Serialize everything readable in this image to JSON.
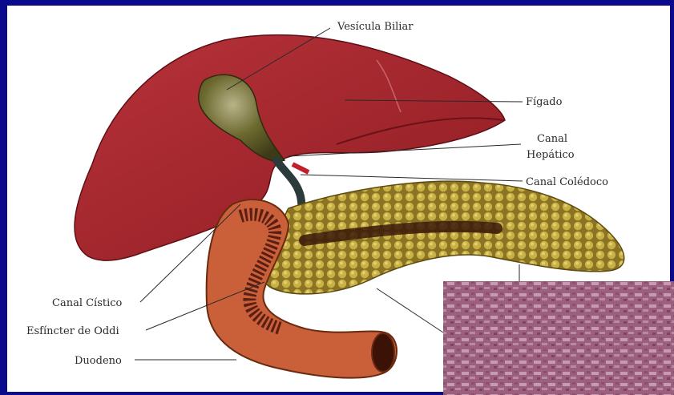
{
  "labels": {
    "vesicula": "Vesícula Biliar",
    "higado": "Fígado",
    "canal_hepatico_1": "Canal",
    "canal_hepatico_2": "Hepático",
    "coledoco": "Canal Colédoco",
    "cistico": "Canal Cístico",
    "oddi": "Esfíncter de Oddi",
    "duodeno": "Duodeno"
  },
  "colors": {
    "frame": "#0a0a8c",
    "panel": "#ffffff",
    "liver": "#a8242a",
    "gallbladder": "#6b6a2c",
    "pancreas": "#b9a23a",
    "duodenum": "#c9603a",
    "histology": "#a86a88"
  }
}
